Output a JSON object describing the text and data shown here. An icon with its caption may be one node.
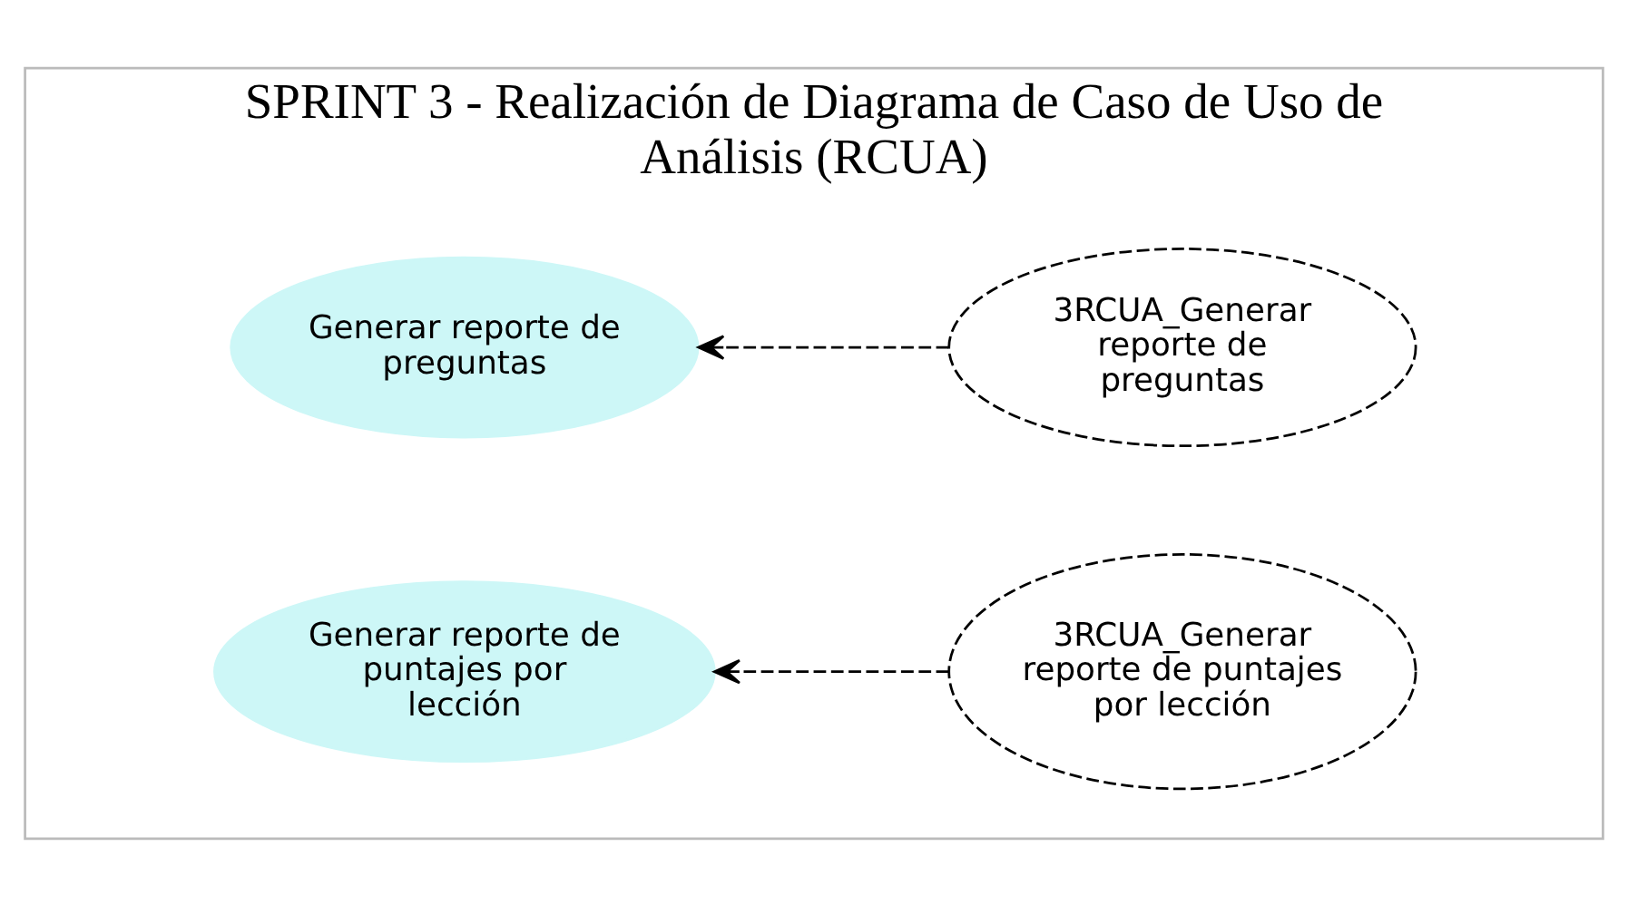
{
  "diagram": {
    "nodes": [
      {
        "text": [
          "SPRINT 3 - Realización de Diagrama de Caso de Uso de Análisis (RCUA)"
        ]
      },
      {
        "text": [
          "Generar reporte de preguntas"
        ],
        "in": 0
      },
      {
        "text": [
          "3RCUA_Generar reporte de preguntas"
        ],
        "in": 0
      },
      {
        "text": [
          "Generar reporte de puntajes por lección"
        ],
        "in": 0
      },
      {
        "text": [
          "3RCUA_Generar reporte de puntajes por lección"
        ],
        "in": 0
      }
    ],
    "edges": [
      {
        "from": 2,
        "to": 1,
        "arrow": "to",
        "style": "dashed"
      },
      {
        "from": 4,
        "to": 3,
        "arrow": "to",
        "style": "dashed"
      }
    ]
  }
}
